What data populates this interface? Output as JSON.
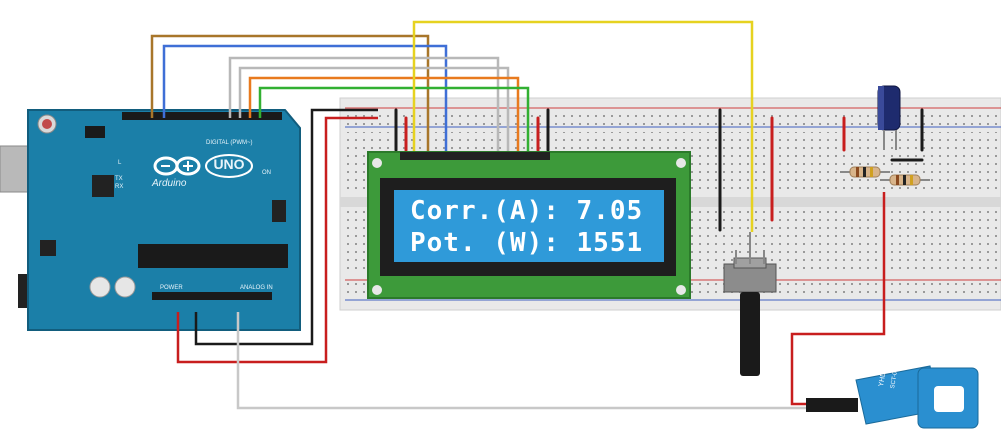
{
  "arduino": {
    "brand": "Arduino",
    "model": "UNO",
    "digital_label": "DIGITAL (PWM~)",
    "power_label": "POWER",
    "analog_label": "ANALOG IN",
    "tx_label": "TX",
    "rx_label": "RX",
    "l_label": "L",
    "on_label": "ON"
  },
  "lcd": {
    "line1": "Corr.(A): 7.05",
    "line2": "Pot. (W): 1551"
  },
  "sensor": {
    "label": "YHDC-S",
    "sub_label": "SCT-013"
  },
  "colors": {
    "arduino_board": "#1b7fa8",
    "lcd_pcb": "#3d9a3a",
    "lcd_screen": "#2f9ad9",
    "sensor_body": "#2a8fd0",
    "wire_red": "#c81e1e",
    "wire_black": "#1a1a1a",
    "wire_yellow": "#e6d220",
    "wire_brown": "#a8762a",
    "wire_blue": "#3f6fd6",
    "wire_orange": "#e87a1e",
    "wire_green": "#32b032",
    "wire_gray": "#b8b8b8"
  }
}
